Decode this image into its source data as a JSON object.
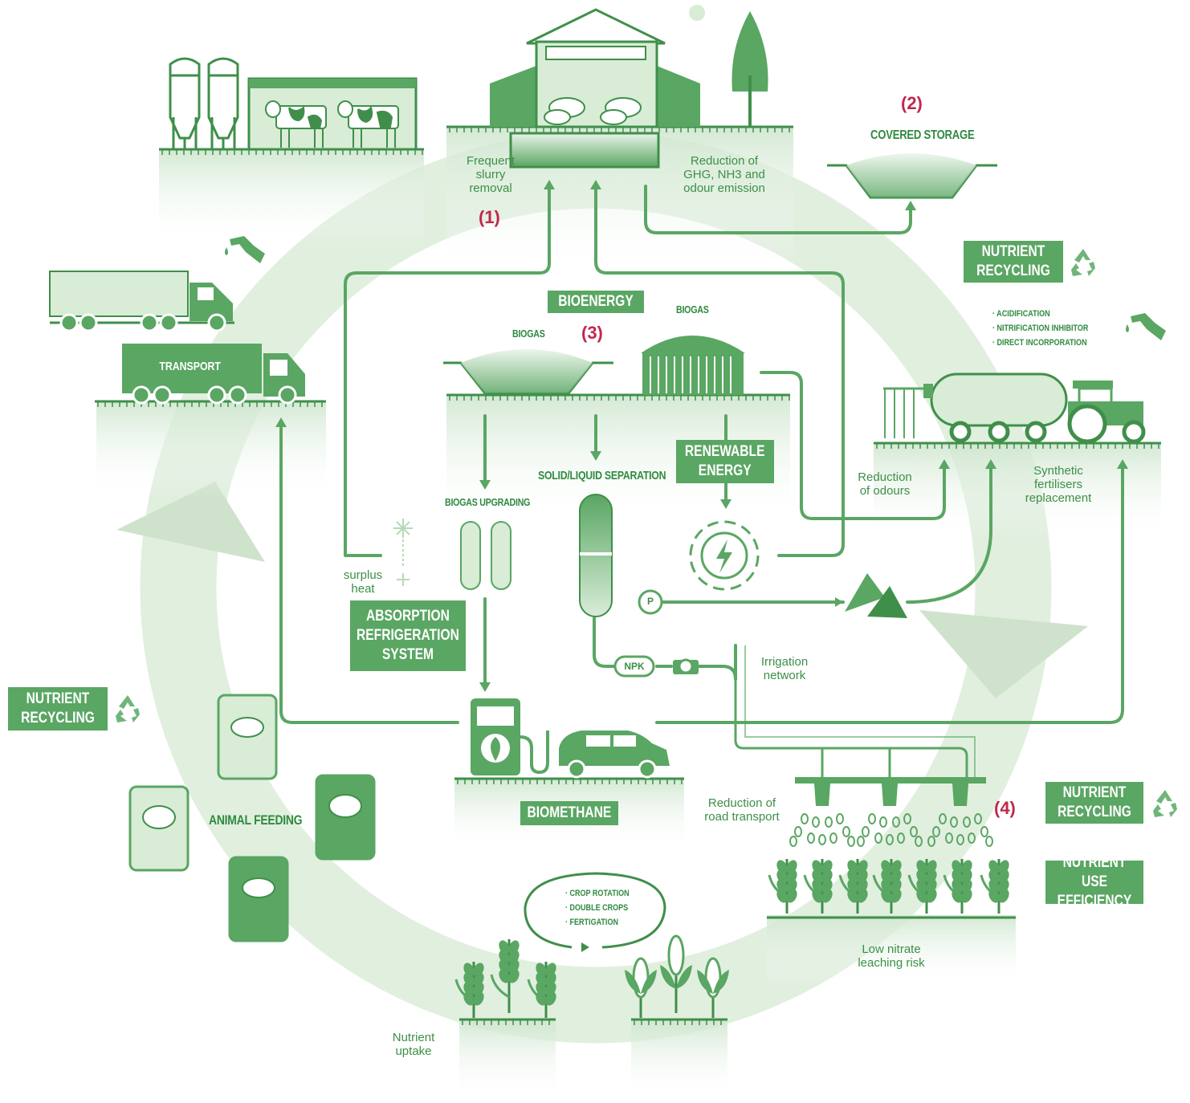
{
  "colors": {
    "primary": "#5aa663",
    "dark": "#3f8f4a",
    "light": "#cfe6cf",
    "accent_red": "#c0284e"
  },
  "numbers": {
    "n1": "(1)",
    "n2": "(2)",
    "n3": "(3)",
    "n4": "(4)"
  },
  "labels": {
    "frequent_slurry": "Frequent\nslurry\nremoval",
    "reduction_ghg": "Reduction of\nGHG, NH3 and\nodour emission",
    "covered_storage": "COVERED STORAGE",
    "bioenergy": "BIOENERGY",
    "biogas_left": "BIOGAS",
    "biogas_right": "BIOGAS",
    "transport": "TRANSPORT",
    "solid_liquid": "SOLID/LIQUID SEPARATION",
    "biogas_upgrading": "BIOGAS UPGRADING",
    "renewable_energy": "RENEWABLE\nENERGY",
    "surplus_heat": "surplus\nheat",
    "absorption": "ABSORPTION\nREFRIGERATION\nSYSTEM",
    "reduction_odours": "Reduction\nof odours",
    "synthetic": "Synthetic\nfertilisers\nreplacement",
    "irrigation": "Irrigation\nnetwork",
    "reduction_road": "Reduction of\nroad transport",
    "low_nitrate": "Low nitrate\nleaching risk",
    "animal_feeding": "ANIMAL FEEDING",
    "biomethane": "BIOMETHANE",
    "nutrient_uptake": "Nutrient\nuptake",
    "nutrient_recycling_top": "NUTRIENT\nRECYCLING",
    "nutrient_recycling_left": "NUTRIENT\nRECYCLING",
    "nutrient_recycling_right": "NUTRIENT\nRECYCLING",
    "nutrient_use_efficiency": "NUTRIENT USE\nEFFICIENCY",
    "p_tag": "P",
    "npk_tag": "NPK"
  },
  "bullets_top": [
    "· ACIDIFICATION",
    "· NITRIFICATION INHIBITOR",
    "· DIRECT INCORPORATION"
  ],
  "bullets_crop": [
    "· CROP ROTATION",
    "· DOUBLE CROPS",
    "· FERTIGATION"
  ],
  "icons": [
    "recycle-icon",
    "fuel-nozzle-icon",
    "snowflake-icon",
    "lightning-icon",
    "tree-icon",
    "leaf-icon"
  ]
}
